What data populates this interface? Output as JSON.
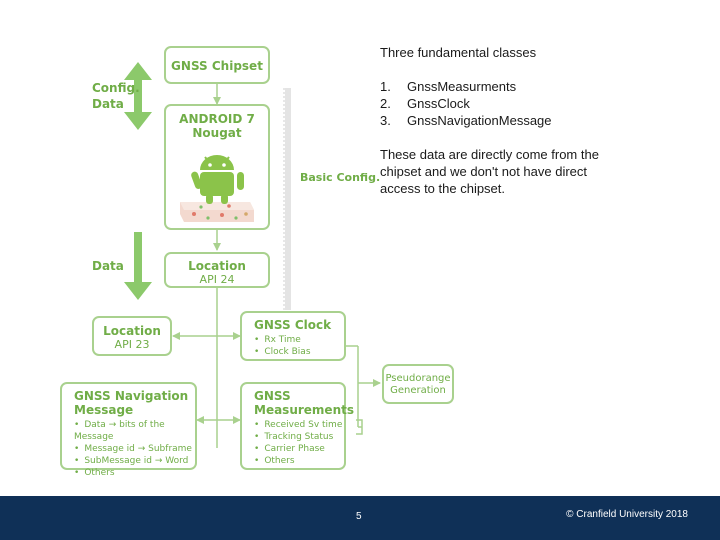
{
  "diagram": {
    "labels": {
      "config_data": [
        "Config.",
        "Data"
      ],
      "data": "Data",
      "basic_config": "Basic Config."
    },
    "boxes": {
      "gnss_chipset": {
        "title": "GNSS Chipset"
      },
      "android": {
        "title_line1": "ANDROID 7",
        "title_line2": "Nougat",
        "image": "android-nougat-mascot"
      },
      "location_api24": {
        "title": "Location",
        "sub": "API 24"
      },
      "location_api23": {
        "title": "Location",
        "sub": "API 23"
      },
      "gnss_clock": {
        "title": "GNSS Clock",
        "bullets": [
          "Rx Time",
          "Clock Bias"
        ]
      },
      "gnss_nav_message": {
        "title_line1": "GNSS Navigation",
        "title_line2": "Message",
        "bullets": [
          "Data",
          "Message id",
          "SubMessage id",
          "Others"
        ],
        "bullet_targets": [
          "bits of the Message",
          "Subframe",
          "Word",
          ""
        ]
      },
      "gnss_measurements": {
        "title_line1": "GNSS",
        "title_line2": "Measurements",
        "bullets": [
          "Received Sv time",
          "Tracking Status",
          "Carrier Phase",
          "Others"
        ]
      },
      "pseudorange": {
        "line1": "Pseudorange",
        "line2": "Generation"
      }
    },
    "colors": {
      "accent": "#70ad47",
      "border": "#a9d18e",
      "arrow": "#8cc96b"
    }
  },
  "text": {
    "heading": "Three fundamental classes",
    "classes": [
      {
        "num": "1.",
        "name": "GnssMeasurments"
      },
      {
        "num": "2.",
        "name": "GnssClock"
      },
      {
        "num": "3.",
        "name": "GnssNavigationMessage"
      }
    ],
    "note": "These data are directly come from the chipset and we don't not have direct access to the chipset."
  },
  "footer": {
    "page_number": "5",
    "copyright": "© Cranfield University 2018",
    "background": "#0f3057"
  }
}
